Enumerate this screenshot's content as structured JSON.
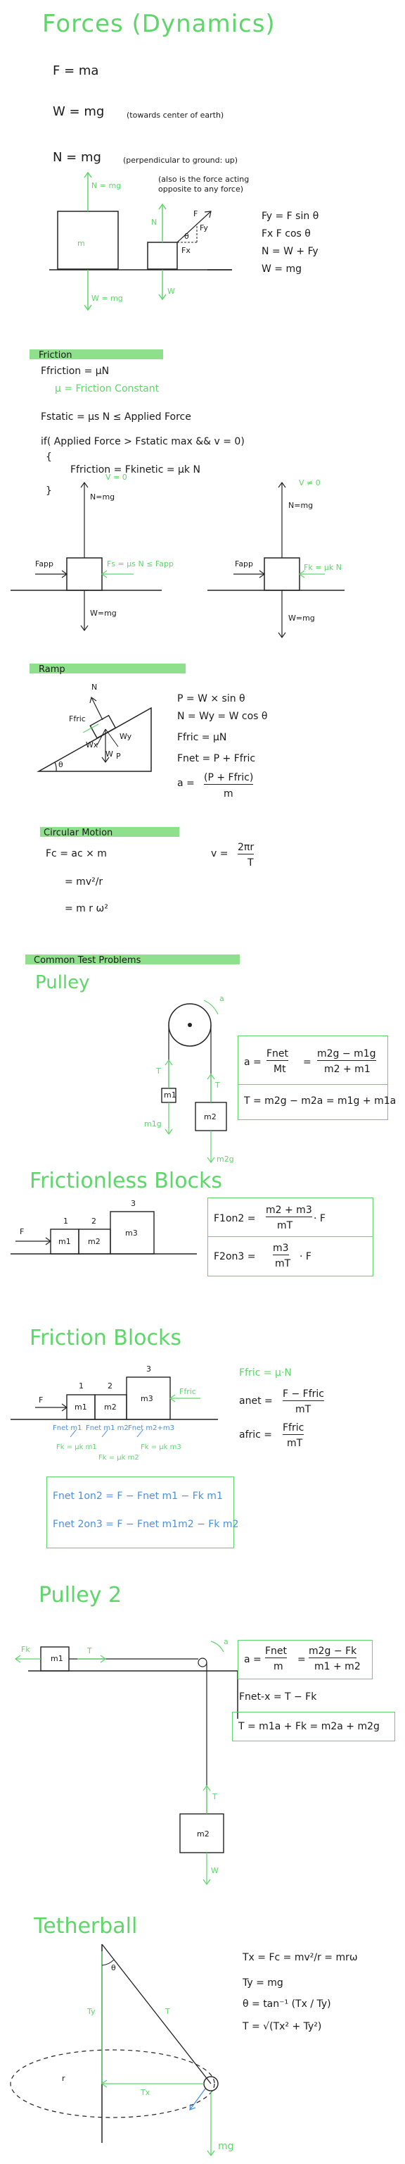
{
  "title": "Forces (Dynamics)",
  "intro": {
    "f_eq": "F = ma",
    "w_eq": "W = mg",
    "w_note": "(towards center of earth)",
    "n_eq": "N = mg",
    "n_note": "(perpendicular to ground: up)",
    "n_note2": "(also is the force acting opposite to any force)",
    "d1_label_n": "N = mg",
    "d1_label_w": "W = mg",
    "d1_mass": "m",
    "d2_n": "N",
    "d2_w": "W",
    "d2_f": "F",
    "d2_theta": "θ",
    "d2_fx": "Fx",
    "d2_fy": "Fy",
    "eqs": [
      "Fy = F sin θ",
      "Fx  F cos θ",
      "N = W + Fy",
      "W = mg"
    ]
  },
  "friction": {
    "header": "Friction",
    "l1": "Ffriction = μN",
    "l2": "μ = Friction Constant",
    "l3": "Fstatic = μs N  ≤  Applied Force",
    "l4": "if( Applied Force  > Fstatic max && v = 0)",
    "l5": "{",
    "l6": "Ffriction = Fkinetic = μk N",
    "l7": "}",
    "dA_v": "V = 0",
    "dA_n": "N=mg",
    "dA_fapp": "Fapp",
    "dA_fs": "Fs = μs N ≤ Fapp",
    "dA_w": "W=mg",
    "dB_v": "V ≠ 0",
    "dB_n": "N=mg",
    "dB_fapp": "Fapp",
    "dB_fk": "Fk = μk N",
    "dB_w": "W=mg"
  },
  "ramp": {
    "header": "Ramp",
    "n": "N",
    "ffric": "Ffric",
    "wx": "Wx",
    "wy": "Wy",
    "w": "W",
    "p": "P",
    "theta": "θ",
    "eqs": [
      "P = W × sin θ",
      "N = Wy = W cos θ",
      "Ffric = μN",
      "Fnet = P + Ffric"
    ],
    "a_lhs": "a =",
    "a_num": "(P + Ffric)",
    "a_den": "m"
  },
  "circular": {
    "header": "Circular Motion",
    "l1": "Fc = ac × m",
    "l2": "= mv²/r",
    "l3": "= m r ω²",
    "v_eq": "v =",
    "v_num": "2πr",
    "v_den": "T"
  },
  "common": {
    "header": "Common Test Problems",
    "pulley_title": "Pulley",
    "pulley": {
      "m1": "m1",
      "m2": "m2",
      "t1": "T",
      "t2": "T",
      "m1g": "m1g",
      "m2g": "m2g",
      "a": "a",
      "eq1_lhs": "a =",
      "eq1_num": "Fnet",
      "eq1_den": "Mt",
      "eq1_num2": "m2g − m1g",
      "eq1_den2": "m2 + m1",
      "eq2": "T = m2g − m2a = m1g + m1a"
    },
    "frictionless_title": "Frictionless Blocks",
    "frictionless": {
      "f": "F",
      "n1": "1",
      "n2": "2",
      "n3": "3",
      "m1": "m1",
      "m2": "m2",
      "m3": "m3",
      "eq1_lhs": "F1on2 =",
      "eq1_num": "m2 + m3",
      "eq1_den": "mT",
      "eq1_tail": "· F",
      "eq2_lhs": "F2on3 =",
      "eq2_num": "m3",
      "eq2_den": "mT",
      "eq2_tail": "· F"
    },
    "friction_title": "Friction Blocks",
    "frictionblocks": {
      "f": "F",
      "n1": "1",
      "n2": "2",
      "n3": "3",
      "m1": "m1",
      "m2": "m2",
      "m3": "m3",
      "ffric": "Ffric",
      "fnet1": "Fnet m1",
      "fnet12": "Fnet m1 m2",
      "fnet23": "Fnet m2+m3",
      "k1": "Fk = μk m1",
      "k2": "Fk = μk m2",
      "k3": "Fk = μk m3",
      "eqA": "Ffric = μ·N",
      "eqB_lhs": "anet =",
      "eqB_num": "F − Ffric",
      "eqB_den": "mT",
      "eqC_lhs": "afric =",
      "eqC_num": "Ffric",
      "eqC_den": "mT",
      "box1": "Fnet 1on2 = F − Fnet m1 − Fk m1",
      "box2": "Fnet 2on3 = F − Fnet m1m2 − Fk m2"
    },
    "pulley2_title": "Pulley 2",
    "pulley2": {
      "fk": "Fk",
      "t1": "T",
      "t2": "T",
      "m1": "m1",
      "m2": "m2",
      "w": "W",
      "a": "a",
      "eq1_lhs": "a =",
      "eq1_num": "Fnet",
      "eq1_den": "m",
      "eq1_num2": "m2g − Fk",
      "eq1_den2": "m1 + m2",
      "eq2": "Fnet-x = T − Fk",
      "eq3": "T = m1a + Fk = m2a + m2g"
    },
    "tetherball_title": "Tetherball",
    "tetherball": {
      "theta": "θ",
      "ty": "Ty",
      "t": "T",
      "tx": "Tx",
      "r": "r",
      "mg": "mg",
      "eq1": "Tx = Fc = mv²/r = mrω",
      "eq2": "Ty = mg",
      "eq3": "θ = tan⁻¹ (Tx / Ty)",
      "eq4": "T = √(Tx² + Ty²)"
    }
  }
}
